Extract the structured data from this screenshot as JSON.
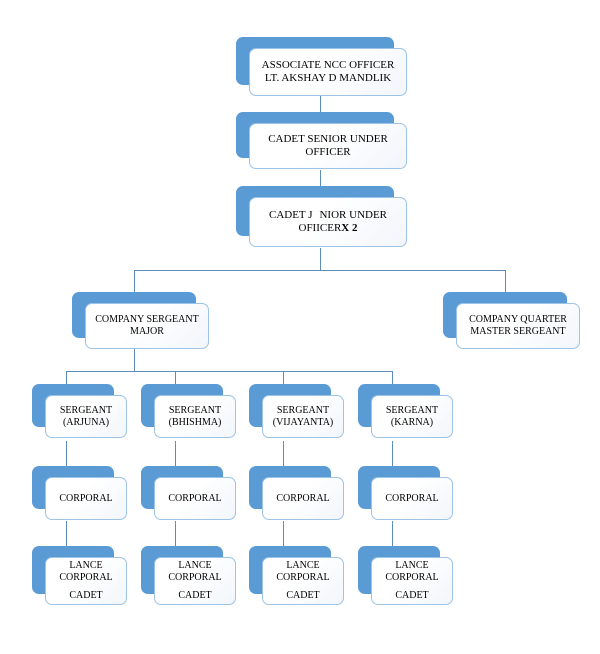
{
  "chart_data": {
    "type": "diagram",
    "title": "NCC Unit Organisational Hierarchy Chart",
    "orientation": "top-down",
    "accent_color": "#5b9bd5",
    "border_color": "#9dc3e6",
    "connector_color": "#5b8db8",
    "nodes": [
      {
        "id": "ano",
        "lines": [
          "ASSOCIATE NCC OFFICER",
          "LT. AKSHAY D MANDLIK"
        ]
      },
      {
        "id": "csuo",
        "lines": [
          "CADET SENIOR UNDER",
          "OFFICER"
        ]
      },
      {
        "id": "cjuo",
        "lines": [
          "CADET J  NIOR UNDER",
          "OFIICER X 2"
        ]
      },
      {
        "id": "csm",
        "lines": [
          "COMPANY SERGEANT",
          "MAJOR"
        ]
      },
      {
        "id": "cqms",
        "lines": [
          "COMPANY QUARTER",
          "MASTER SERGEANT"
        ]
      },
      {
        "id": "sgt1",
        "lines": [
          "SERGEANT",
          "(ARJUNA)"
        ]
      },
      {
        "id": "sgt2",
        "lines": [
          "SERGEANT",
          "(BHISHMA)"
        ]
      },
      {
        "id": "sgt3",
        "lines": [
          "SERGEANT",
          "(VIJAYANTA)"
        ]
      },
      {
        "id": "sgt4",
        "lines": [
          "SERGEANT",
          "(KARNA)"
        ]
      },
      {
        "id": "cpl1",
        "lines": [
          "CORPORAL"
        ]
      },
      {
        "id": "cpl2",
        "lines": [
          "CORPORAL"
        ]
      },
      {
        "id": "cpl3",
        "lines": [
          "CORPORAL"
        ]
      },
      {
        "id": "cpl4",
        "lines": [
          "CORPORAL"
        ]
      },
      {
        "id": "lcpl1",
        "lines": [
          "LANCE",
          "CORPORAL",
          "CADET"
        ]
      },
      {
        "id": "lcpl2",
        "lines": [
          "LANCE",
          "CORPORAL",
          "CADET"
        ]
      },
      {
        "id": "lcpl3",
        "lines": [
          "LANCE",
          "CORPORAL",
          "CADET"
        ]
      },
      {
        "id": "lcpl4",
        "lines": [
          "LANCE",
          "CORPORAL",
          "CADET"
        ]
      }
    ],
    "edges": [
      [
        "ano",
        "csuo"
      ],
      [
        "csuo",
        "cjuo"
      ],
      [
        "cjuo",
        "csm"
      ],
      [
        "cjuo",
        "cqms"
      ],
      [
        "csm",
        "sgt1"
      ],
      [
        "csm",
        "sgt2"
      ],
      [
        "csm",
        "sgt3"
      ],
      [
        "csm",
        "sgt4"
      ],
      [
        "sgt1",
        "cpl1"
      ],
      [
        "sgt2",
        "cpl2"
      ],
      [
        "sgt3",
        "cpl3"
      ],
      [
        "sgt4",
        "cpl4"
      ],
      [
        "cpl1",
        "lcpl1"
      ],
      [
        "cpl2",
        "lcpl2"
      ],
      [
        "cpl3",
        "lcpl3"
      ],
      [
        "cpl4",
        "lcpl4"
      ]
    ]
  },
  "nodes": {
    "ano": {
      "line1": "ASSOCIATE NCC OFFICER",
      "line2": "LT. AKSHAY D MANDLIK"
    },
    "csuo": {
      "line1": "CADET SENIOR UNDER",
      "line2": "OFFICER"
    },
    "cjuo": {
      "line1a": "CADET J",
      "line1b": "NIOR UNDER",
      "line2a": "OFIICER",
      "line2b": "X 2"
    },
    "csm": {
      "line1": "COMPANY SERGEANT",
      "line2": "MAJOR"
    },
    "cqms": {
      "line1": "COMPANY QUARTER",
      "line2": "MASTER SERGEANT"
    },
    "sgt1": {
      "line1": "SERGEANT",
      "line2": "(ARJUNA)"
    },
    "sgt2": {
      "line1": "SERGEANT",
      "line2": "(BHISHMA)"
    },
    "sgt3": {
      "line1": "SERGEANT",
      "line2": "(VIJAYANTA)"
    },
    "sgt4": {
      "line1": "SERGEANT",
      "line2": "(KARNA)"
    },
    "cpl1": {
      "line1": "CORPORAL"
    },
    "cpl2": {
      "line1": "CORPORAL"
    },
    "cpl3": {
      "line1": "CORPORAL"
    },
    "cpl4": {
      "line1": "CORPORAL"
    },
    "lcpl1": {
      "line1": "LANCE",
      "line2": "CORPORAL",
      "line3": "CADET"
    },
    "lcpl2": {
      "line1": "LANCE",
      "line2": "CORPORAL",
      "line3": "CADET"
    },
    "lcpl3": {
      "line1": "LANCE",
      "line2": "CORPORAL",
      "line3": "CADET"
    },
    "lcpl4": {
      "line1": "LANCE",
      "line2": "CORPORAL",
      "line3": "CADET"
    }
  }
}
